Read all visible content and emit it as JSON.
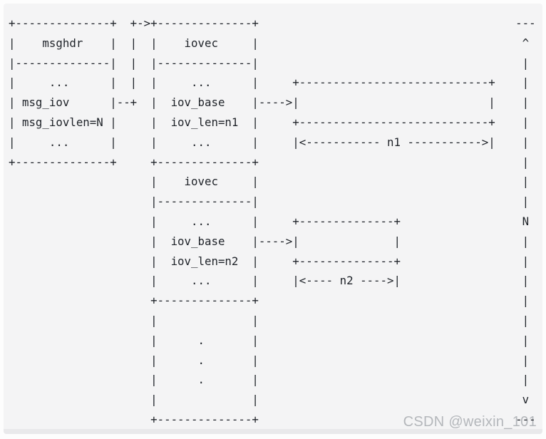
{
  "diagram": {
    "lines": [
      "+--------------+  +->+--------------+                                      ---",
      "|    msghdr    |  |  |    iovec     |                                       ^",
      "|--------------|  |  |--------------|                                       |",
      "|     ...      |  |  |     ...      |     +----------------------------+    |",
      "| msg_iov      |--+  |  iov_base    |---->|                            |    |",
      "| msg_iovlen=N |     |  iov_len=n1  |     +----------------------------+    |",
      "|     ...      |     |     ...      |     |<----------- n1 ----------->|    |",
      "+--------------+     +--------------+                                       |",
      "                     |    iovec     |                                       |",
      "                     |--------------|                                       |",
      "                     |     ...      |     +--------------+                  N",
      "                     |  iov_base    |---->|              |                  |",
      "                     |  iov_len=n2  |     +--------------+                  |",
      "                     |     ...      |     |<---- n2 ---->|                  |",
      "                     +--------------+                                       |",
      "                     |              |                                       |",
      "                     |      .       |                                       |",
      "                     |      .       |                                       |",
      "                     |      .       |                                       |",
      "                     |              |                                       v",
      "                     +--------------+                                      ---"
    ],
    "labels": {
      "struct_1": "msghdr",
      "struct_1_fields": [
        "...",
        "msg_iov",
        "msg_iovlen=N",
        "..."
      ],
      "struct_2": "iovec",
      "struct_2_fields": [
        "...",
        "iov_base",
        "iov_len=n1",
        "..."
      ],
      "struct_3": "iovec",
      "struct_3_fields": [
        "...",
        "iov_base",
        "iov_len=n2",
        "..."
      ],
      "buffer_1_length": "n1",
      "buffer_2_length": "n2",
      "right_bracket_label": "N"
    }
  },
  "watermark": {
    "text": "CSDN @weixin_101"
  },
  "colors": {
    "page_bg": "#fdfdfd",
    "code_block_bg": "#f4f4f5",
    "bottom_strip": "#e9e9eb",
    "text": "#1f2329",
    "watermark": "#b4b7bb"
  }
}
